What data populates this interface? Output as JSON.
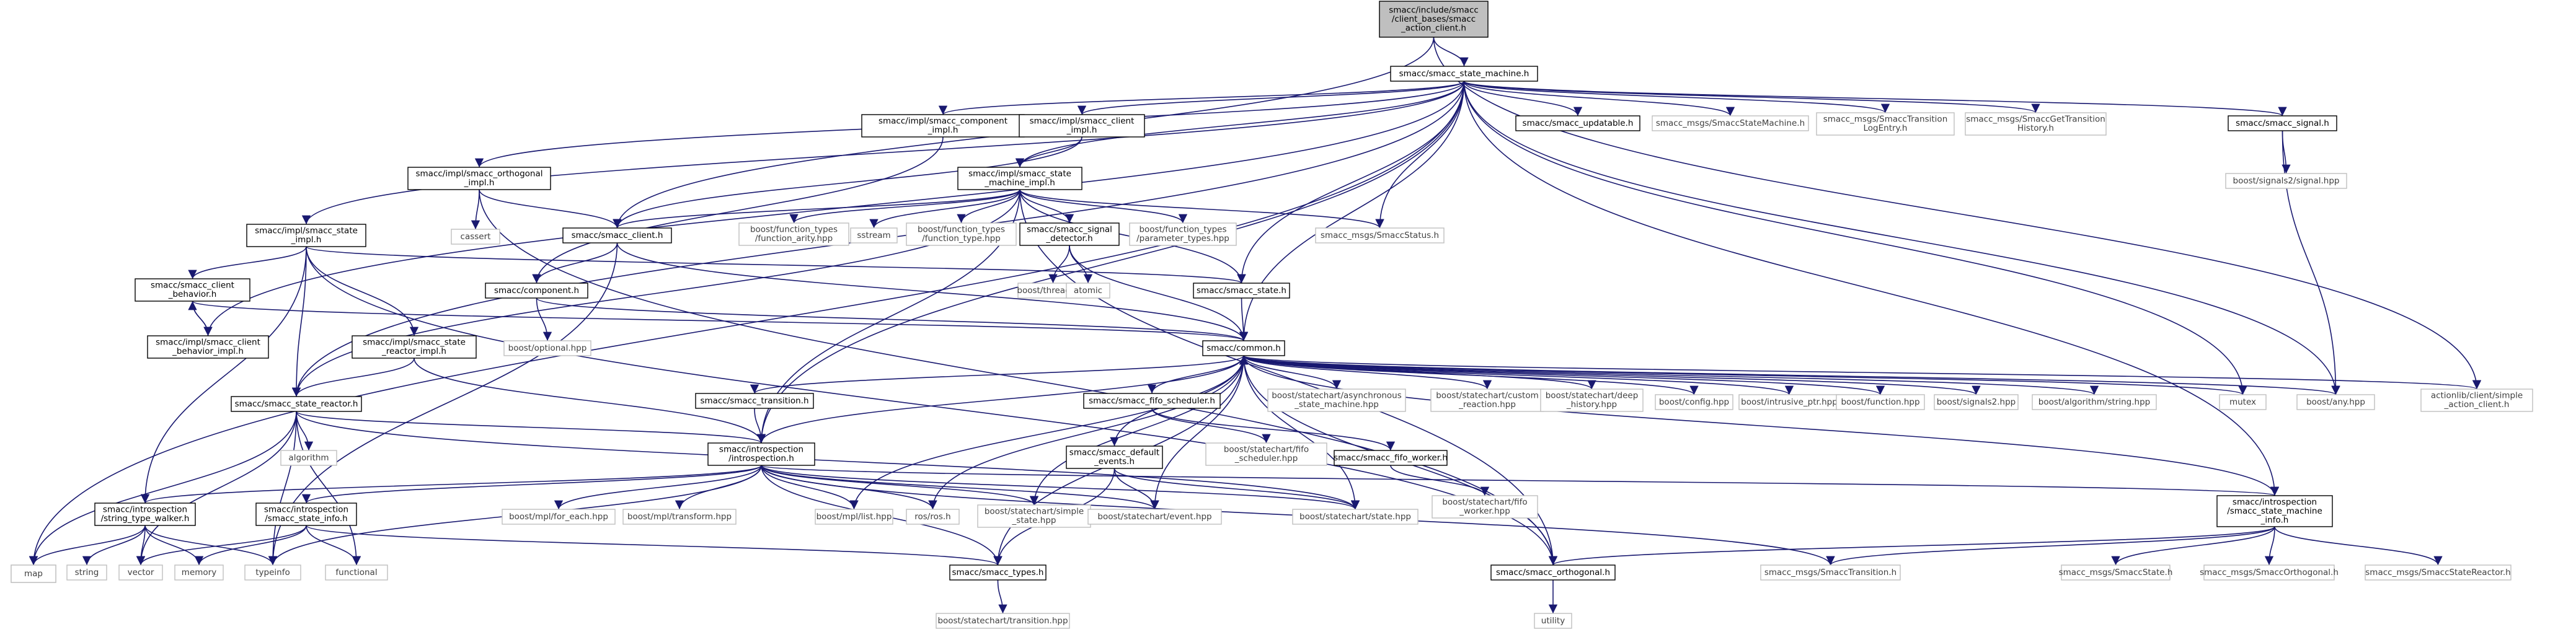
{
  "colors": {
    "root_fill": "#bfbfbf",
    "root_stroke": "#000000",
    "documented_stroke": "#000000",
    "external_stroke": "#bfbfbf",
    "node_fill": "#ffffff",
    "node_text": "#000000",
    "external_text": "#404040",
    "edge": "#191970"
  },
  "nodes": [
    {
      "id": "root",
      "lines": [
        "smacc/include/smacc",
        "/client_bases/smacc",
        "_action_client.h"
      ],
      "kind": "root"
    },
    {
      "id": "state_machine_h",
      "lines": [
        "smacc/smacc_state_machine.h"
      ],
      "kind": "doc"
    },
    {
      "id": "map",
      "lines": [
        "map"
      ],
      "kind": "ext"
    },
    {
      "id": "smacc_component_impl",
      "lines": [
        "smacc/impl/smacc_component",
        "_impl.h"
      ],
      "kind": "doc"
    },
    {
      "id": "smacc_client_impl",
      "lines": [
        "smacc/impl/smacc_client",
        "_impl.h"
      ],
      "kind": "doc"
    },
    {
      "id": "smacc_updatable",
      "lines": [
        "smacc/smacc_updatable.h"
      ],
      "kind": "doc"
    },
    {
      "id": "msg_statemachine",
      "lines": [
        "smacc_msgs/SmaccStateMachine.h"
      ],
      "kind": "ext"
    },
    {
      "id": "msg_transition_log",
      "lines": [
        "smacc_msgs/SmaccTransition",
        "LogEntry.h"
      ],
      "kind": "ext"
    },
    {
      "id": "msg_get_transition",
      "lines": [
        "smacc_msgs/SmaccGetTransition",
        "History.h"
      ],
      "kind": "ext"
    },
    {
      "id": "smacc_signal",
      "lines": [
        "smacc/smacc_signal.h"
      ],
      "kind": "doc"
    },
    {
      "id": "orthogonal_impl",
      "lines": [
        "smacc/impl/smacc_orthogonal",
        "_impl.h"
      ],
      "kind": "doc"
    },
    {
      "id": "sm_impl",
      "lines": [
        "smacc/impl/smacc_state",
        "_machine_impl.h"
      ],
      "kind": "doc"
    },
    {
      "id": "signals2_signal",
      "lines": [
        "boost/signals2/signal.hpp"
      ],
      "kind": "ext"
    },
    {
      "id": "state_impl",
      "lines": [
        "smacc/impl/smacc_state",
        "_impl.h"
      ],
      "kind": "doc"
    },
    {
      "id": "cassert",
      "lines": [
        "cassert"
      ],
      "kind": "ext"
    },
    {
      "id": "smacc_client",
      "lines": [
        "smacc/smacc_client.h"
      ],
      "kind": "doc"
    },
    {
      "id": "ft_function_arity",
      "lines": [
        "boost/function_types",
        "/function_arity.hpp"
      ],
      "kind": "ext"
    },
    {
      "id": "sstream",
      "lines": [
        "sstream"
      ],
      "kind": "ext"
    },
    {
      "id": "ft_function_type",
      "lines": [
        "boost/function_types",
        "/function_type.hpp"
      ],
      "kind": "ext"
    },
    {
      "id": "signal_detector",
      "lines": [
        "smacc/smacc_signal",
        "_detector.h"
      ],
      "kind": "doc"
    },
    {
      "id": "ft_parameter_types",
      "lines": [
        "boost/function_types",
        "/parameter_types.hpp"
      ],
      "kind": "ext"
    },
    {
      "id": "msg_status",
      "lines": [
        "smacc_msgs/SmaccStatus.h"
      ],
      "kind": "ext"
    },
    {
      "id": "client_behavior",
      "lines": [
        "smacc/smacc_client",
        "_behavior.h"
      ],
      "kind": "doc"
    },
    {
      "id": "smacc_component",
      "lines": [
        "smacc/component.h"
      ],
      "kind": "doc"
    },
    {
      "id": "thread",
      "lines": [
        "boost/thread.hpp"
      ],
      "kind": "ext"
    },
    {
      "id": "atomic",
      "lines": [
        "atomic"
      ],
      "kind": "ext"
    },
    {
      "id": "smacc_state",
      "lines": [
        "smacc/smacc_state.h"
      ],
      "kind": "doc"
    },
    {
      "id": "client_behavior_impl",
      "lines": [
        "smacc/impl/smacc_client",
        "_behavior_impl.h"
      ],
      "kind": "doc"
    },
    {
      "id": "optional",
      "lines": [
        "boost/optional.hpp"
      ],
      "kind": "ext"
    },
    {
      "id": "common",
      "lines": [
        "smacc/common.h"
      ],
      "kind": "doc"
    },
    {
      "id": "reactor_impl",
      "lines": [
        "smacc/impl/smacc_state",
        "_reactor_impl.h"
      ],
      "kind": "doc"
    },
    {
      "id": "smacc_transition",
      "lines": [
        "smacc/smacc_transition.h"
      ],
      "kind": "doc"
    },
    {
      "id": "fifo_scheduler",
      "lines": [
        "smacc/smacc_fifo_scheduler.h"
      ],
      "kind": "doc"
    },
    {
      "id": "sc_async",
      "lines": [
        "boost/statechart/asynchronous",
        "_state_machine.hpp"
      ],
      "kind": "ext"
    },
    {
      "id": "sc_custom_reaction",
      "lines": [
        "boost/statechart/custom",
        "_reaction.hpp"
      ],
      "kind": "ext"
    },
    {
      "id": "sc_deep_history",
      "lines": [
        "boost/statechart/deep",
        "_history.hpp"
      ],
      "kind": "ext"
    },
    {
      "id": "config",
      "lines": [
        "boost/config.hpp"
      ],
      "kind": "ext"
    },
    {
      "id": "intrusive_ptr",
      "lines": [
        "boost/intrusive_ptr.hpp"
      ],
      "kind": "ext"
    },
    {
      "id": "function",
      "lines": [
        "boost/function.hpp"
      ],
      "kind": "ext"
    },
    {
      "id": "signals2",
      "lines": [
        "boost/signals2.hpp"
      ],
      "kind": "ext"
    },
    {
      "id": "algorithm_string",
      "lines": [
        "boost/algorithm/string.hpp"
      ],
      "kind": "ext"
    },
    {
      "id": "mutex",
      "lines": [
        "mutex"
      ],
      "kind": "ext"
    },
    {
      "id": "any",
      "lines": [
        "boost/any.hpp"
      ],
      "kind": "ext"
    },
    {
      "id": "actionlib",
      "lines": [
        "actionlib/client/simple",
        "_action_client.h"
      ],
      "kind": "ext"
    },
    {
      "id": "state_reactor",
      "lines": [
        "smacc/smacc_state_reactor.h"
      ],
      "kind": "doc"
    },
    {
      "id": "sc_fifo_scheduler",
      "lines": [
        "boost/statechart/fifo",
        "_scheduler.hpp"
      ],
      "kind": "ext"
    },
    {
      "id": "algorithm",
      "lines": [
        "algorithm"
      ],
      "kind": "ext"
    },
    {
      "id": "introspection",
      "lines": [
        "smacc/introspection",
        "/introspection.h"
      ],
      "kind": "doc"
    },
    {
      "id": "default_events",
      "lines": [
        "smacc/smacc_default",
        "_events.h"
      ],
      "kind": "doc"
    },
    {
      "id": "fifo_worker",
      "lines": [
        "smacc/smacc_fifo_worker.h"
      ],
      "kind": "doc"
    },
    {
      "id": "sc_fifo_worker",
      "lines": [
        "boost/statechart/fifo",
        "_worker.hpp"
      ],
      "kind": "ext"
    },
    {
      "id": "string_type_walker",
      "lines": [
        "smacc/introspection",
        "/string_type_walker.h"
      ],
      "kind": "doc"
    },
    {
      "id": "state_info",
      "lines": [
        "smacc/introspection",
        "/smacc_state_info.h"
      ],
      "kind": "doc"
    },
    {
      "id": "mpl_for_each",
      "lines": [
        "boost/mpl/for_each.hpp"
      ],
      "kind": "ext"
    },
    {
      "id": "mpl_transform",
      "lines": [
        "boost/mpl/transform.hpp"
      ],
      "kind": "ext"
    },
    {
      "id": "mpl_list",
      "lines": [
        "boost/mpl/list.hpp"
      ],
      "kind": "ext"
    },
    {
      "id": "ros",
      "lines": [
        "ros/ros.h"
      ],
      "kind": "ext"
    },
    {
      "id": "sc_simple_state",
      "lines": [
        "boost/statechart/simple",
        "_state.hpp"
      ],
      "kind": "ext"
    },
    {
      "id": "sc_event",
      "lines": [
        "boost/statechart/event.hpp"
      ],
      "kind": "ext"
    },
    {
      "id": "sc_state",
      "lines": [
        "boost/statechart/state.hpp"
      ],
      "kind": "ext"
    },
    {
      "id": "sm_info",
      "lines": [
        "smacc/introspection",
        "/smacc_state_machine",
        "_info.h"
      ],
      "kind": "doc"
    },
    {
      "id": "map2",
      "lines": [
        "map"
      ],
      "kind": "ext"
    },
    {
      "id": "string",
      "lines": [
        "string"
      ],
      "kind": "ext"
    },
    {
      "id": "vector",
      "lines": [
        "vector"
      ],
      "kind": "ext"
    },
    {
      "id": "memory",
      "lines": [
        "memory"
      ],
      "kind": "ext"
    },
    {
      "id": "typeinfo",
      "lines": [
        "typeinfo"
      ],
      "kind": "ext"
    },
    {
      "id": "functional",
      "lines": [
        "functional"
      ],
      "kind": "ext"
    },
    {
      "id": "smacc_types",
      "lines": [
        "smacc/smacc_types.h"
      ],
      "kind": "doc"
    },
    {
      "id": "smacc_orthogonal",
      "lines": [
        "smacc/smacc_orthogonal.h"
      ],
      "kind": "doc"
    },
    {
      "id": "msg_transition",
      "lines": [
        "smacc_msgs/SmaccTransition.h"
      ],
      "kind": "ext"
    },
    {
      "id": "msg_state",
      "lines": [
        "smacc_msgs/SmaccState.h"
      ],
      "kind": "ext"
    },
    {
      "id": "msg_orthogonal",
      "lines": [
        "smacc_msgs/SmaccOrthogonal.h"
      ],
      "kind": "ext"
    },
    {
      "id": "msg_state_reactor",
      "lines": [
        "smacc_msgs/SmaccStateReactor.h"
      ],
      "kind": "ext"
    },
    {
      "id": "sc_transition",
      "lines": [
        "boost/statechart/transition.hpp"
      ],
      "kind": "ext"
    },
    {
      "id": "utility",
      "lines": [
        "utility"
      ],
      "kind": "ext"
    }
  ],
  "edges": [
    [
      "root",
      "state_machine_h"
    ],
    [
      "root",
      "smacc_client"
    ],
    [
      "root",
      "actionlib"
    ],
    [
      "state_machine_h",
      "map"
    ],
    [
      "state_machine_h",
      "smacc_component_impl"
    ],
    [
      "state_machine_h",
      "smacc_client_impl"
    ],
    [
      "state_machine_h",
      "smacc_updatable"
    ],
    [
      "state_machine_h",
      "msg_statemachine"
    ],
    [
      "state_machine_h",
      "msg_transition_log"
    ],
    [
      "state_machine_h",
      "msg_get_transition"
    ],
    [
      "state_machine_h",
      "smacc_signal"
    ],
    [
      "state_machine_h",
      "orthogonal_impl"
    ],
    [
      "state_machine_h",
      "sm_impl"
    ],
    [
      "state_machine_h",
      "state_impl"
    ],
    [
      "state_machine_h",
      "msg_status"
    ],
    [
      "state_machine_h",
      "smacc_state"
    ],
    [
      "state_machine_h",
      "common"
    ],
    [
      "state_machine_h",
      "mutex"
    ],
    [
      "state_machine_h",
      "any"
    ],
    [
      "state_machine_h",
      "sm_info"
    ],
    [
      "state_machine_h",
      "state_reactor"
    ],
    [
      "state_machine_h",
      "introspection"
    ],
    [
      "state_machine_h",
      "client_behavior_impl"
    ],
    [
      "smacc_component_impl",
      "smacc_component"
    ],
    [
      "smacc_client_impl",
      "smacc_client"
    ],
    [
      "smacc_client_impl",
      "sm_impl"
    ],
    [
      "smacc_signal",
      "signals2_signal"
    ],
    [
      "smacc_signal",
      "any"
    ],
    [
      "orthogonal_impl",
      "cassert"
    ],
    [
      "orthogonal_impl",
      "smacc_client"
    ],
    [
      "orthogonal_impl",
      "smacc_orthogonal"
    ],
    [
      "sm_impl",
      "smacc_client"
    ],
    [
      "sm_impl",
      "ft_function_arity"
    ],
    [
      "sm_impl",
      "sstream"
    ],
    [
      "sm_impl",
      "ft_function_type"
    ],
    [
      "sm_impl",
      "signal_detector"
    ],
    [
      "sm_impl",
      "ft_parameter_types"
    ],
    [
      "sm_impl",
      "msg_status"
    ],
    [
      "sm_impl",
      "smacc_state"
    ],
    [
      "sm_impl",
      "state_reactor"
    ],
    [
      "sm_impl",
      "introspection"
    ],
    [
      "sm_impl",
      "smacc_orthogonal"
    ],
    [
      "state_impl",
      "client_behavior"
    ],
    [
      "state_impl",
      "smacc_state"
    ],
    [
      "state_impl",
      "reactor_impl"
    ],
    [
      "state_impl",
      "state_reactor"
    ],
    [
      "state_impl",
      "string_type_walker"
    ],
    [
      "state_impl",
      "smacc_orthogonal"
    ],
    [
      "smacc_client",
      "smacc_component"
    ],
    [
      "smacc_client",
      "common"
    ],
    [
      "smacc_client",
      "typeinfo"
    ],
    [
      "signal_detector",
      "thread"
    ],
    [
      "signal_detector",
      "atomic"
    ],
    [
      "signal_detector",
      "common"
    ],
    [
      "client_behavior",
      "common"
    ],
    [
      "client_behavior",
      "client_behavior_impl"
    ],
    [
      "client_behavior_impl",
      "client_behavior"
    ],
    [
      "smacc_component",
      "optional"
    ],
    [
      "smacc_component",
      "common"
    ],
    [
      "smacc_state",
      "common"
    ],
    [
      "reactor_impl",
      "state_reactor"
    ],
    [
      "reactor_impl",
      "introspection"
    ],
    [
      "common",
      "smacc_transition"
    ],
    [
      "common",
      "fifo_scheduler"
    ],
    [
      "common",
      "sc_async"
    ],
    [
      "common",
      "sc_custom_reaction"
    ],
    [
      "common",
      "sc_deep_history"
    ],
    [
      "common",
      "config"
    ],
    [
      "common",
      "intrusive_ptr"
    ],
    [
      "common",
      "function"
    ],
    [
      "common",
      "signals2"
    ],
    [
      "common",
      "algorithm_string"
    ],
    [
      "common",
      "mutex"
    ],
    [
      "common",
      "any"
    ],
    [
      "common",
      "actionlib"
    ],
    [
      "common",
      "introspection"
    ],
    [
      "common",
      "default_events"
    ],
    [
      "common",
      "mpl_list"
    ],
    [
      "common",
      "ros"
    ],
    [
      "common",
      "sc_simple_state"
    ],
    [
      "common",
      "sc_event"
    ],
    [
      "common",
      "sc_state"
    ],
    [
      "common",
      "smacc_types"
    ],
    [
      "smacc_transition",
      "introspection"
    ],
    [
      "fifo_scheduler",
      "sc_fifo_scheduler"
    ],
    [
      "fifo_scheduler",
      "fifo_worker"
    ],
    [
      "fifo_worker",
      "sc_fifo_worker"
    ],
    [
      "state_reactor",
      "map2"
    ],
    [
      "state_reactor",
      "algorithm"
    ],
    [
      "state_reactor",
      "typeinfo"
    ],
    [
      "state_reactor",
      "introspection"
    ],
    [
      "state_reactor",
      "functional"
    ],
    [
      "state_reactor",
      "vector"
    ],
    [
      "state_reactor",
      "sc_state"
    ],
    [
      "introspection",
      "string_type_walker"
    ],
    [
      "introspection",
      "state_info"
    ],
    [
      "introspection",
      "mpl_for_each"
    ],
    [
      "introspection",
      "mpl_transform"
    ],
    [
      "introspection",
      "mpl_list"
    ],
    [
      "introspection",
      "ros"
    ],
    [
      "introspection",
      "sc_simple_state"
    ],
    [
      "introspection",
      "sc_event"
    ],
    [
      "introspection",
      "sc_state"
    ],
    [
      "introspection",
      "smacc_types"
    ],
    [
      "introspection",
      "sm_info"
    ],
    [
      "introspection",
      "typeinfo"
    ],
    [
      "introspection",
      "msg_transition"
    ],
    [
      "default_events",
      "sc_event"
    ],
    [
      "default_events",
      "sc_state"
    ],
    [
      "default_events",
      "smacc_types"
    ],
    [
      "string_type_walker",
      "map2"
    ],
    [
      "string_type_walker",
      "string"
    ],
    [
      "string_type_walker",
      "vector"
    ],
    [
      "string_type_walker",
      "memory"
    ],
    [
      "string_type_walker",
      "typeinfo"
    ],
    [
      "state_info",
      "memory"
    ],
    [
      "state_info",
      "vector"
    ],
    [
      "state_info",
      "functional"
    ],
    [
      "state_info",
      "smacc_types"
    ],
    [
      "sm_info",
      "smacc_orthogonal"
    ],
    [
      "sm_info",
      "msg_transition"
    ],
    [
      "sm_info",
      "msg_state"
    ],
    [
      "sm_info",
      "msg_orthogonal"
    ],
    [
      "sm_info",
      "msg_state_reactor"
    ],
    [
      "sm_info",
      "common"
    ],
    [
      "smacc_types",
      "sc_transition"
    ],
    [
      "smacc_orthogonal",
      "utility"
    ],
    [
      "smacc_orthogonal",
      "common"
    ]
  ]
}
